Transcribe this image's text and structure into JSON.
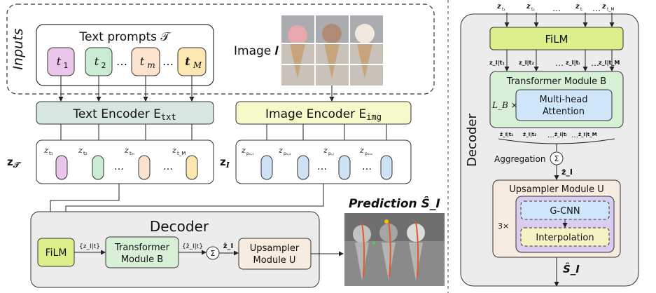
{
  "inputs": {
    "group_label": "Inputs",
    "text_prompts_label": "Text prompts 𝒯",
    "prompts": [
      "t",
      "t",
      "…",
      "t",
      "…",
      "t"
    ],
    "prompt_subscripts": [
      "1",
      "2",
      "",
      "m",
      "",
      "M"
    ],
    "image_label": "Image 𝑰"
  },
  "encoders": {
    "text": "Text Encoder E",
    "text_sub": "txt",
    "image": "Image Encoder E",
    "image_sub": "img"
  },
  "embeddings": {
    "text_set_label": "z",
    "text_set_sub": "𝒯",
    "image_set_label": "z",
    "image_set_sub": "I",
    "text_tokens": [
      "z",
      "z",
      "…",
      "z",
      "…",
      "z"
    ],
    "text_token_subs": [
      "t₁",
      "t₂",
      "",
      "tₘ",
      "",
      "t_M"
    ],
    "image_tokens": [
      "z",
      "z",
      "…",
      "z",
      "…",
      "z"
    ],
    "image_token_subs": [
      "p₁,₁",
      "p₁,₂",
      "",
      "pᵢ,ⱼ",
      "",
      "pₘₘ"
    ]
  },
  "decoder_bottom": {
    "title": "Decoder",
    "film": "FiLM",
    "label_z": "{z_I|t}",
    "transformer": [
      "Transformer",
      "Module B"
    ],
    "label_zhat": "{ẑ_I|t}",
    "sum": "Σ",
    "label_zbar": "z̄_I",
    "upsampler": [
      "Upsampler",
      "Module U"
    ]
  },
  "prediction": {
    "label": "Prediction Ŝ_I"
  },
  "decoder_right": {
    "title": "Decoder",
    "inputs": [
      "z",
      "z",
      "…",
      "z",
      "…",
      "z"
    ],
    "input_subs": [
      "t₁",
      "t₂",
      "",
      "tᵢ",
      "",
      "t_M"
    ],
    "film": "FiLM",
    "film_out": [
      "z_I|t₁",
      "z_I|t₂",
      "…",
      "z_I|tᵢ",
      "…",
      "z_I|t_M"
    ],
    "transformer_title": "Transformer Module B",
    "repeat": "L_B ×",
    "attention": [
      "Multi-head",
      "Attention"
    ],
    "transformer_out": [
      "ẑ_I|t₁",
      "ẑ_I|t₂",
      "…",
      "ẑ_I|tᵢ",
      "…",
      "ẑ_I|t_M"
    ],
    "aggregation": "Aggregation",
    "sum": "Σ",
    "zbar": "z̄_I",
    "upsampler_title": "Upsampler Module U",
    "up_repeat": "3×",
    "gcnn": "G-CNN",
    "interp": "Interpolation",
    "output": "Ŝ_I"
  },
  "colors": {
    "prompt_fills": [
      "#e9c6ea",
      "#c9ecd2",
      "#fbe3cf",
      "#fbe3cf",
      "#fde7b0"
    ],
    "encoder_text": "#d6e6e2",
    "encoder_image": "#f6f9c9",
    "film": "#dbf08c",
    "transformer": "#d7f0d6",
    "attention": "#cfe6fa",
    "upsampler": "#f8ebdf",
    "gcnn": "#cfe6fa",
    "interp": "#f5f3c4",
    "panel": "#ececec"
  }
}
